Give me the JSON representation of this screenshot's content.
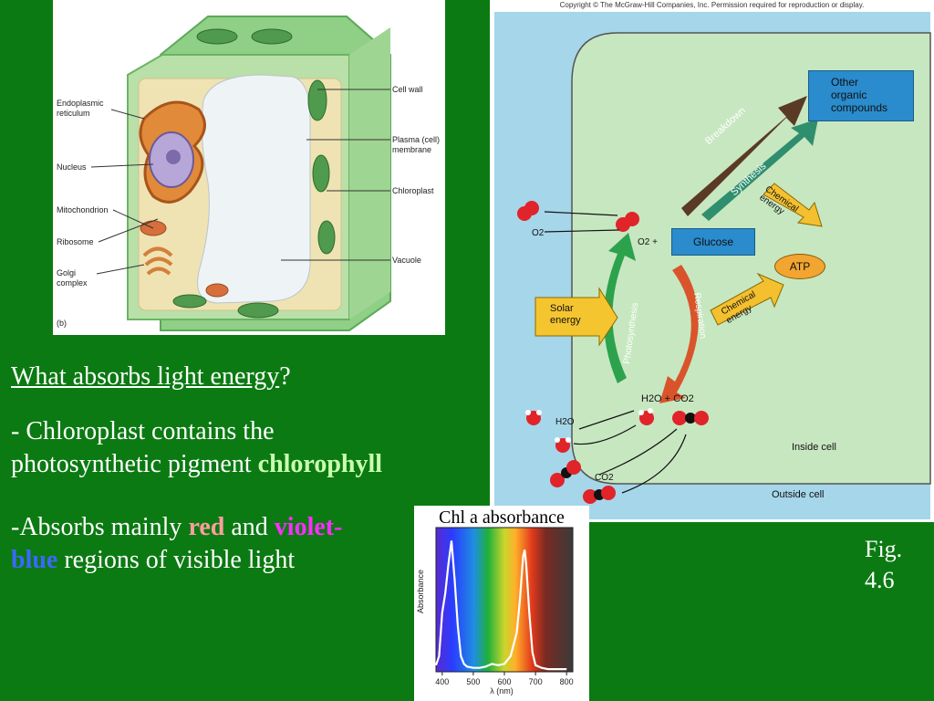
{
  "cell_figure": {
    "labels_left": [
      "Endoplasmic reticulum",
      "Nucleus",
      "Mitochondrion",
      "Ribosome",
      "Golgi complex"
    ],
    "labels_right": [
      "Cell wall",
      "Plasma (cell) membrane",
      "Chloroplast",
      "Vacuole"
    ],
    "panel_letter": "(b)"
  },
  "energy_diagram": {
    "copyright": "Copyright © The McGraw-Hill Companies, Inc. Permission required for reproduction or display.",
    "other_organic": "Other organic compounds",
    "breakdown": "Breakdown",
    "synthesis": "Synthesis",
    "chemical_energy_top": "Chemical energy",
    "o2_left": "O2",
    "o2_plus": "O2 +",
    "glucose": "Glucose",
    "atp": "ATP",
    "solar_energy": "Solar energy",
    "photosynthesis": "Photosynthesis",
    "respiration": "Respiration",
    "chemical_energy_bottom": "Chemical energy",
    "h2o_co2": "H2O + CO2",
    "h2o_left": "H2O",
    "co2_left": "CO2",
    "inside_cell": "Inside cell",
    "outside_cell": "Outside cell"
  },
  "slide": {
    "question": "What absorbs light energy",
    "question_mark": "?",
    "line2_a": "- Chloroplast contains the",
    "line2_b": "photosynthetic pigment ",
    "chlorophyll": "chlorophyll",
    "line3_a": "-Absorbs mainly ",
    "red_word": "red",
    "and_word": " and ",
    "violet_word": "violet-",
    "blue_word": "blue",
    "line3_end": " regions of visible light",
    "fig_label": "Fig.",
    "fig_num": "4.6"
  },
  "absorbance_chart": {
    "title": "Chl a absorbance",
    "ylabel": "Absorbance",
    "xlabel": "λ (nm)"
  },
  "chart_data": {
    "type": "line",
    "title": "Chl a absorbance",
    "xlabel": "λ (nm)",
    "ylabel": "Absorbance",
    "x": [
      380,
      390,
      400,
      410,
      420,
      430,
      440,
      450,
      460,
      470,
      480,
      500,
      520,
      540,
      560,
      580,
      600,
      620,
      640,
      650,
      660,
      665,
      670,
      680,
      690,
      700,
      720,
      740,
      760,
      780,
      800
    ],
    "series": [
      {
        "values": [
          0.05,
          0.12,
          0.45,
          0.6,
          0.82,
          1.0,
          0.7,
          0.35,
          0.12,
          0.06,
          0.04,
          0.03,
          0.03,
          0.04,
          0.06,
          0.05,
          0.06,
          0.12,
          0.3,
          0.55,
          0.88,
          0.93,
          0.82,
          0.45,
          0.15,
          0.05,
          0.03,
          0.02,
          0.02,
          0.02,
          0.02
        ]
      }
    ],
    "xlim": [
      380,
      820
    ],
    "ylim": [
      0,
      1.1
    ],
    "xticks": [
      400,
      500,
      600,
      700,
      800
    ],
    "grid": false,
    "legend": "none"
  },
  "colors": {
    "background": "#0b7a12",
    "outside_cell": "#a6d6ea",
    "inside_cell": "#c7e7c0",
    "glucose_box": "#2a8bcd",
    "atp": "#f2a531",
    "solar": "#f5c530"
  }
}
